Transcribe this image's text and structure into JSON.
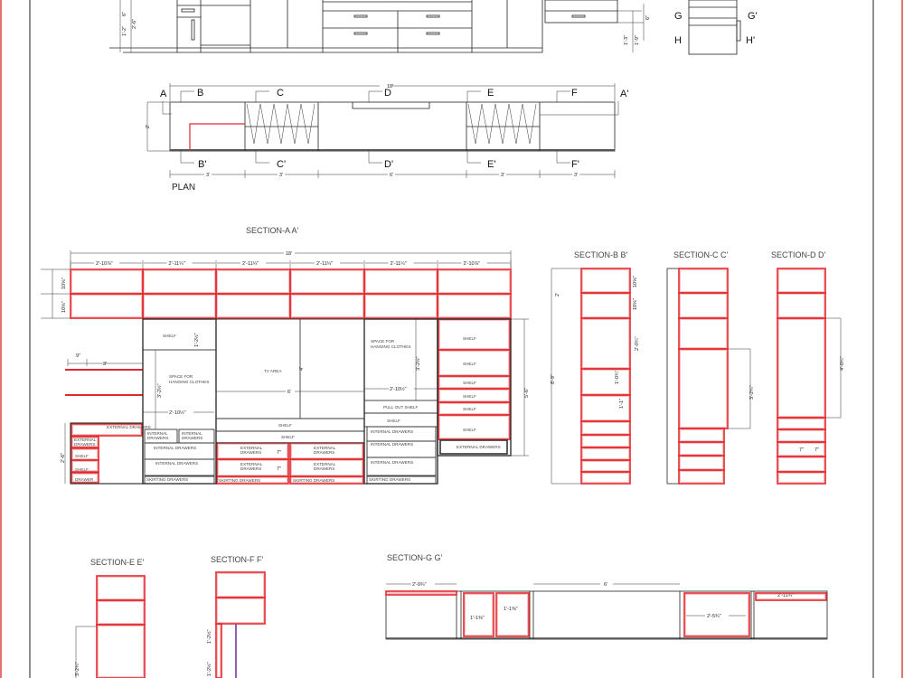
{
  "colors": {
    "cabinet_red": "#e3262b",
    "line": "#222222",
    "accent_purple": "#6a2a9a",
    "frame_red": "#e04040"
  },
  "top_elevation": {
    "dims": [
      "2'-6\"",
      "1'-2\"",
      "6\"",
      "1'-3\"",
      "1'-9\"",
      "6\""
    ],
    "markers": [
      "G",
      "G'",
      "H",
      "H'"
    ]
  },
  "plan": {
    "title": "PLAN",
    "total": "18'",
    "depth": "2'",
    "widths": [
      "3'",
      "3'",
      "6'",
      "3'",
      "3'"
    ],
    "markers": {
      "A": "A",
      "A2": "A'",
      "B": "B",
      "B2": "B'",
      "C": "C",
      "C2": "C'",
      "D": "D",
      "D2": "D'",
      "E": "E",
      "E2": "E'",
      "F": "F",
      "F2": "F'"
    }
  },
  "section_a": {
    "title": "SECTION-A A'",
    "total": "18'",
    "widths": [
      "2'-10⅞\"",
      "2'-11¼\"",
      "2'-11¼\"",
      "2'-11¼\"",
      "2'-11¼\"",
      "2'-10⅞\""
    ],
    "upper_dims": [
      "10⅝\"",
      "10⅝\""
    ],
    "left": {
      "d1": "9\"",
      "d2": "3'",
      "height": "2'-6\"",
      "external_drawers": "EXTERNAL DRAWERS",
      "external_drawers_2": "EXTERNAL DRAWERS",
      "shelf1": "SHELF",
      "shelf2": "SHELF",
      "drawer": "DRAWER"
    },
    "col2": {
      "shelf": "SHELF",
      "shelf_dim": "1'-2½\"",
      "hanging_1": "SPACE FOR",
      "hanging_2": "HANGING CLOTHES",
      "hanging_dim": "3'-2½\"",
      "width_dim": "2'-10½\"",
      "int1": "INTERNAL DRAWERS",
      "int2": "INTERNAL DRAWERS",
      "int3": "INTERNAL DRAWERS",
      "int4": "INTERNAL DRAWERS",
      "skirting": "SKIRTING DRAWERS"
    },
    "tv": {
      "label": "TV AREA",
      "height": "4'",
      "width": "6'",
      "shelf1": "SHELF",
      "shelf2": "SHELF",
      "ext1": "EXTERNAL DRAWERS",
      "ext2": "EXTERNAL DRAWERS",
      "ext3": "EXTERNAL DRAWERS",
      "ext4": "EXTERNAL DRAWERS",
      "d7a": "7\"",
      "d7b": "7\"",
      "skirting1": "SKIRTING DRAWERS",
      "skirting2": "SKIRTING DRAWERS"
    },
    "col5": {
      "hanging_1": "SPACE FOR",
      "hanging_2": "HANGING CLOTHES",
      "hanging_dim": "3'-2½\"",
      "width_dim": "2'-10½\"",
      "pull_out": "PULL OUT SHELF",
      "shelf": "SHELF",
      "int1": "INTERNAL DRAWERS",
      "int2": "INTERNAL DRAWERS",
      "int3": "INTERNAL DRAWERS",
      "skirting": "SKIRTING DRAWERS"
    },
    "col6": {
      "shelves": [
        "SHELF",
        "SHELF",
        "SHELF",
        "SHELF",
        "SHELF",
        "SHELF"
      ],
      "external": "EXTERNAL DRAWERS",
      "height": "5'-6\""
    }
  },
  "section_b": {
    "title": "SECTION-B B'",
    "dims": [
      "10⅝\"",
      "10⅝\"",
      "2'",
      "2'-0¾\"",
      "1'-0¾\"",
      "1'-1\"",
      "8'-9\""
    ]
  },
  "section_c": {
    "title": "SECTION-C C'",
    "dims": [
      "3'-2¾\""
    ]
  },
  "section_d": {
    "title": "SECTION-D D'",
    "dims": [
      "4'-0¾\"",
      "7\"",
      "7\""
    ]
  },
  "section_e": {
    "title": "SECTION-E E'",
    "dims": [
      "3'-2¾\""
    ]
  },
  "section_f": {
    "title": "SECTION-F F'",
    "dims": [
      "1'-2½\"",
      "1'-2½\""
    ]
  },
  "section_g": {
    "title": "SECTION-G G'",
    "dims": [
      "2'-9¾\"",
      "6'",
      "1'-1⅜\"",
      "1'-1⅜\"",
      "2'-5¾\"",
      "2'-11¾\""
    ]
  }
}
